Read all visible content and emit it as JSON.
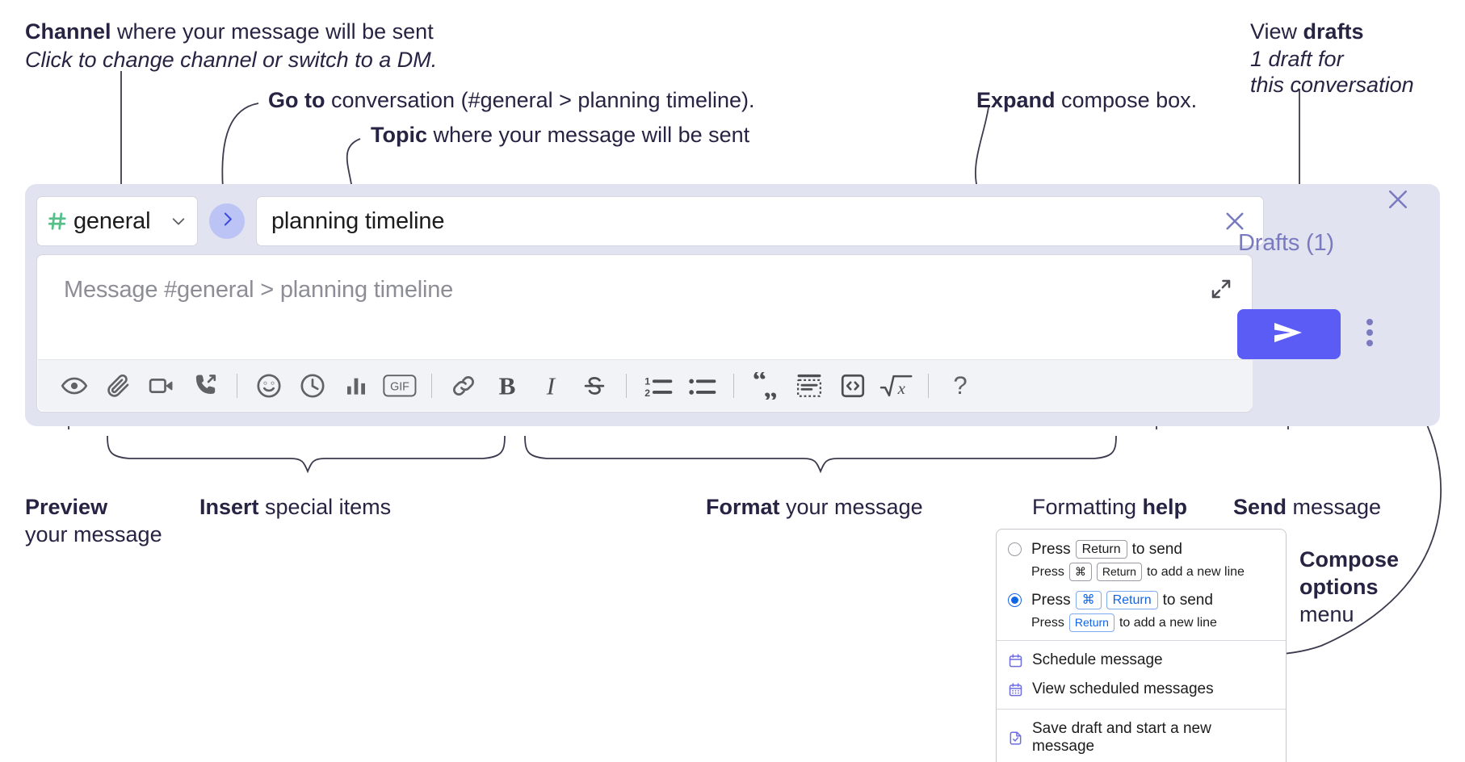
{
  "annotations": {
    "channel": {
      "bold": "Channel",
      "rest": " where your message will be sent",
      "italic": "Click to change channel or switch to a DM."
    },
    "goto": {
      "bold": "Go to",
      "rest": " conversation (#general > planning timeline)."
    },
    "topic": {
      "bold": "Topic",
      "rest": " where your message will be sent"
    },
    "expand": {
      "bold": "Expand",
      "rest": " compose box."
    },
    "drafts": {
      "pre": "View ",
      "bold": "drafts",
      "italic1": "1 draft for",
      "italic2": "this conversation"
    },
    "preview": {
      "bold": "Preview",
      "rest": "your message"
    },
    "insert": {
      "bold": "Insert",
      "rest": " special items"
    },
    "format": {
      "bold": "Format",
      "rest": " your message"
    },
    "help": {
      "pre": "Formatting ",
      "bold": "help"
    },
    "send": {
      "bold": "Send",
      "rest": " message"
    },
    "compose_options": {
      "bold1": "Compose",
      "bold2": "options",
      "rest": "menu"
    }
  },
  "compose": {
    "channel": {
      "name": "general",
      "hash": "#",
      "icon": "hash-icon",
      "caret_icon": "chevron-down-icon"
    },
    "goto_icon": "chevron-right-icon",
    "topic": {
      "value": "planning timeline",
      "clear_icon": "close-icon"
    },
    "message": {
      "placeholder": "Message #general > planning timeline",
      "value": ""
    },
    "expand_icon": "expand-icon",
    "drafts_label": "Drafts (1)",
    "send_icon": "send-paper-plane-icon",
    "kebab_icon": "more-vertical-icon",
    "close_icon": "close-icon",
    "toolbar": [
      {
        "name": "preview-button",
        "icon": "eye-icon",
        "label": "Preview"
      },
      {
        "name": "attach-button",
        "icon": "paperclip-icon",
        "label": "Attach file"
      },
      {
        "name": "video-clip-button",
        "icon": "video-camera-icon",
        "label": "Record video clip"
      },
      {
        "name": "audio-clip-button",
        "icon": "phone-arrow-icon",
        "label": "Record audio clip"
      },
      {
        "name": "separator-1",
        "icon": "separator",
        "label": ""
      },
      {
        "name": "emoji-button",
        "icon": "smiley-icon",
        "label": "Emoji"
      },
      {
        "name": "reminder-button",
        "icon": "clock-icon",
        "label": "Reminder"
      },
      {
        "name": "poll-button",
        "icon": "bar-chart-icon",
        "label": "Poll"
      },
      {
        "name": "gif-button",
        "icon": "gif-icon",
        "label": "GIF"
      },
      {
        "name": "separator-2",
        "icon": "separator",
        "label": ""
      },
      {
        "name": "link-button",
        "icon": "link-icon",
        "label": "Link"
      },
      {
        "name": "bold-button",
        "icon": "bold-icon",
        "label": "B"
      },
      {
        "name": "italic-button",
        "icon": "italic-icon",
        "label": "I"
      },
      {
        "name": "strikethrough-button",
        "icon": "strikethrough-icon",
        "label": "S"
      },
      {
        "name": "separator-3",
        "icon": "separator",
        "label": ""
      },
      {
        "name": "ordered-list-button",
        "icon": "ordered-list-icon",
        "label": "Ordered list"
      },
      {
        "name": "bulleted-list-button",
        "icon": "bulleted-list-icon",
        "label": "Bulleted list"
      },
      {
        "name": "separator-4",
        "icon": "separator",
        "label": ""
      },
      {
        "name": "blockquote-button",
        "icon": "quote-icon",
        "label": "Blockquote"
      },
      {
        "name": "code-block-button",
        "icon": "code-block-icon",
        "label": "Code block"
      },
      {
        "name": "code-button",
        "icon": "code-icon",
        "label": "Code"
      },
      {
        "name": "math-button",
        "icon": "square-root-x-icon",
        "label": "Math"
      },
      {
        "name": "separator-5",
        "icon": "separator",
        "label": ""
      },
      {
        "name": "formatting-help-button",
        "icon": "question-mark-icon",
        "label": "?"
      }
    ]
  },
  "menu": {
    "options": [
      {
        "selected": false,
        "line": {
          "press": "Press",
          "key": "Return",
          "tail": "to send"
        },
        "sub": {
          "press": "Press",
          "key1": "⌘",
          "key2": "Return",
          "tail": "to add a new line"
        }
      },
      {
        "selected": true,
        "line": {
          "press": "Press",
          "key1": "⌘",
          "key2": "Return",
          "tail": "to send"
        },
        "sub": {
          "press": "Press",
          "key": "Return",
          "tail": "to add a new line"
        }
      }
    ],
    "items": [
      {
        "icon": "calendar-clock-icon",
        "label": "Schedule message"
      },
      {
        "icon": "calendar-grid-icon",
        "label": "View scheduled messages"
      },
      {
        "icon": "file-check-icon",
        "label": "Save draft and start a new message"
      }
    ]
  },
  "colors": {
    "compose_bg": "#e2e3f0",
    "send_purple": "#5b5bf5",
    "hash_green": "#56c08b",
    "goto_bubble": "#bcc4f5",
    "drafts_text": "#7a7ac0",
    "radio_blue": "#1264e6",
    "menu_icon": "#6e6ee0"
  }
}
